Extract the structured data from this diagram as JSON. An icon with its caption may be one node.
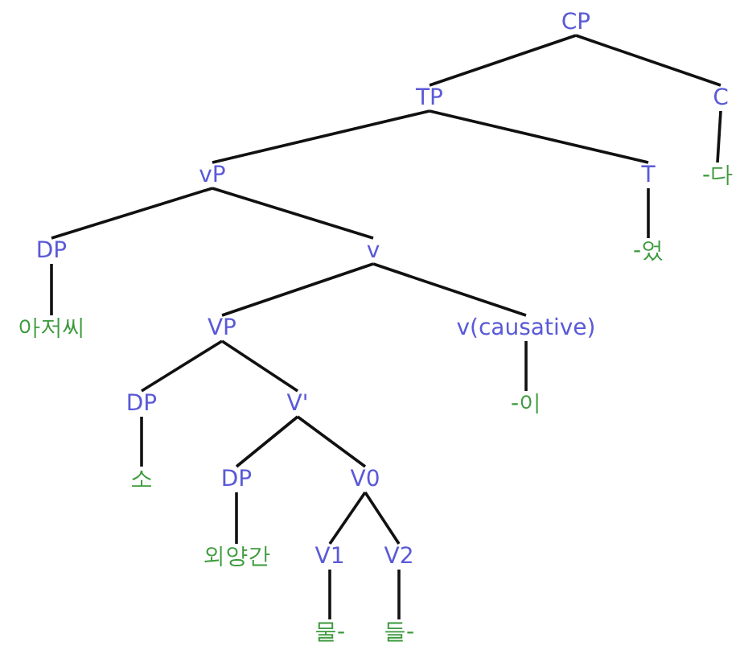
{
  "diagram": {
    "nodes": [
      {
        "text": [
          "CP"
        ]
      },
      {
        "text": [
          "TP"
        ]
      },
      {
        "text": [
          "C"
        ]
      },
      {
        "text": [
          "vP"
        ]
      },
      {
        "text": [
          "T"
        ]
      },
      {
        "text": [
          "-다"
        ]
      },
      {
        "text": [
          "DP"
        ]
      },
      {
        "text": [
          "v"
        ]
      },
      {
        "text": [
          "-었"
        ]
      },
      {
        "text": [
          "아저씨"
        ]
      },
      {
        "text": [
          "VP"
        ]
      },
      {
        "text": [
          "v(causative)"
        ]
      },
      {
        "text": [
          "DP"
        ]
      },
      {
        "text": [
          "V'"
        ]
      },
      {
        "text": [
          "-이"
        ]
      },
      {
        "text": [
          "소"
        ]
      },
      {
        "text": [
          "DP"
        ]
      },
      {
        "text": [
          "V0"
        ]
      },
      {
        "text": [
          "외양간"
        ]
      },
      {
        "text": [
          "V1"
        ]
      },
      {
        "text": [
          "V2"
        ]
      },
      {
        "text": [
          "물-"
        ]
      },
      {
        "text": [
          "들-"
        ]
      }
    ],
    "edges": [
      {
        "from": 0,
        "to": 1,
        "arrow": "none"
      },
      {
        "from": 0,
        "to": 2,
        "arrow": "none"
      },
      {
        "from": 1,
        "to": 3,
        "arrow": "none"
      },
      {
        "from": 1,
        "to": 4,
        "arrow": "none"
      },
      {
        "from": 2,
        "to": 5,
        "arrow": "none"
      },
      {
        "from": 3,
        "to": 6,
        "arrow": "none"
      },
      {
        "from": 3,
        "to": 7,
        "arrow": "none"
      },
      {
        "from": 4,
        "to": 8,
        "arrow": "none"
      },
      {
        "from": 6,
        "to": 9,
        "arrow": "none"
      },
      {
        "from": 7,
        "to": 10,
        "arrow": "none"
      },
      {
        "from": 7,
        "to": 11,
        "arrow": "none"
      },
      {
        "from": 10,
        "to": 12,
        "arrow": "none"
      },
      {
        "from": 10,
        "to": 13,
        "arrow": "none"
      },
      {
        "from": 11,
        "to": 14,
        "arrow": "none"
      },
      {
        "from": 12,
        "to": 15,
        "arrow": "none"
      },
      {
        "from": 13,
        "to": 16,
        "arrow": "none"
      },
      {
        "from": 13,
        "to": 17,
        "arrow": "none"
      },
      {
        "from": 16,
        "to": 18,
        "arrow": "none"
      },
      {
        "from": 17,
        "to": 19,
        "arrow": "none"
      },
      {
        "from": 17,
        "to": 20,
        "arrow": "none"
      },
      {
        "from": 19,
        "to": 21,
        "arrow": "none"
      },
      {
        "from": 20,
        "to": 22,
        "arrow": "none"
      }
    ]
  }
}
